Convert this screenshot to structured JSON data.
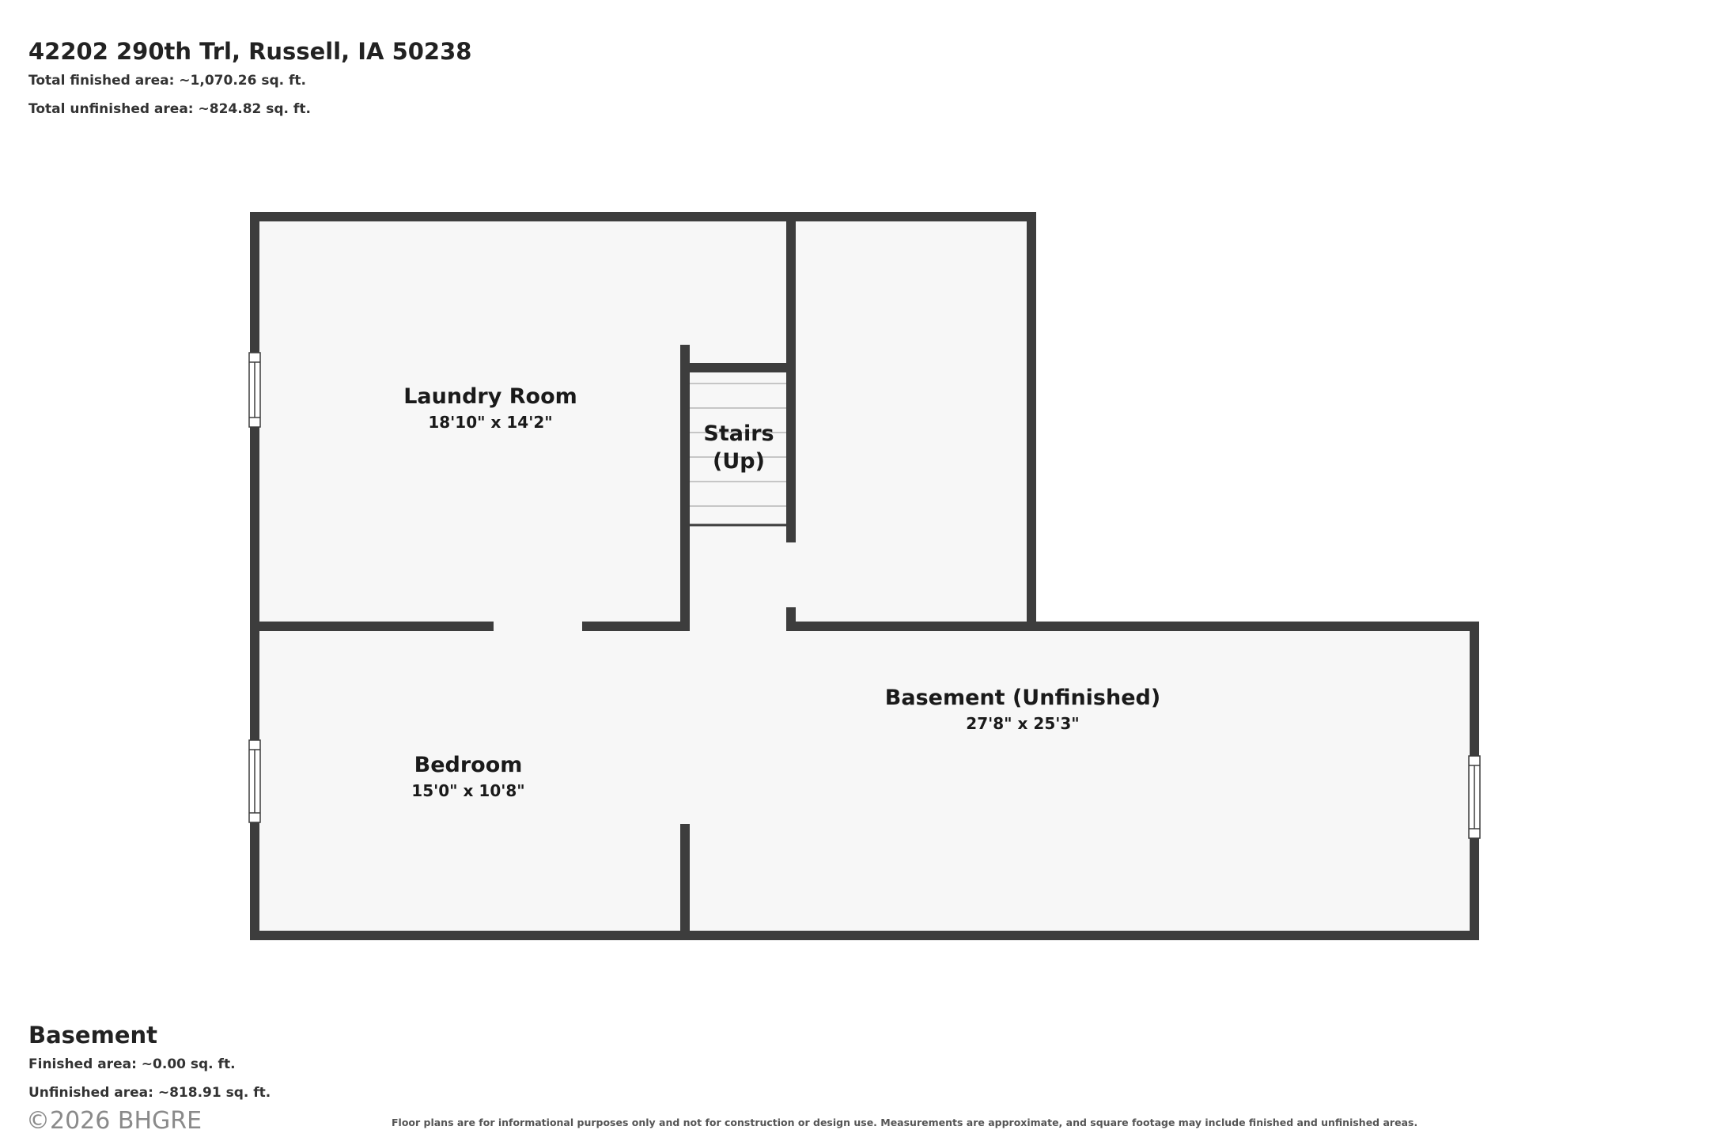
{
  "header": {
    "address": "42202 290th Trl, Russell, IA 50238",
    "total_finished": "Total finished area: ~1,070.26 sq. ft.",
    "total_unfinished": "Total unfinished area: ~824.82 sq. ft."
  },
  "rooms": {
    "laundry": {
      "name": "Laundry Room",
      "dims": "18'10\" x 14'2\""
    },
    "stairs": {
      "name_line1": "Stairs",
      "name_line2": "(Up)"
    },
    "basement": {
      "name": "Basement (Unfinished)",
      "dims": "27'8\" x 25'3\""
    },
    "bedroom": {
      "name": "Bedroom",
      "dims": "15'0\" x 10'8\""
    }
  },
  "floor": {
    "name": "Basement",
    "finished": "Finished area: ~0.00 sq. ft.",
    "unfinished": "Unfinished area: ~818.91 sq. ft."
  },
  "footer": {
    "copyright": "©2026 BHGRE",
    "disclaimer": "Floor plans are for informational purposes only and not for construction or design use. Measurements are approximate, and square footage may include finished and unfinished areas."
  },
  "colors": {
    "wall": "#3d3d3d",
    "floor_fill": "#f7f7f7",
    "stair_line": "#b5b5b5"
  }
}
